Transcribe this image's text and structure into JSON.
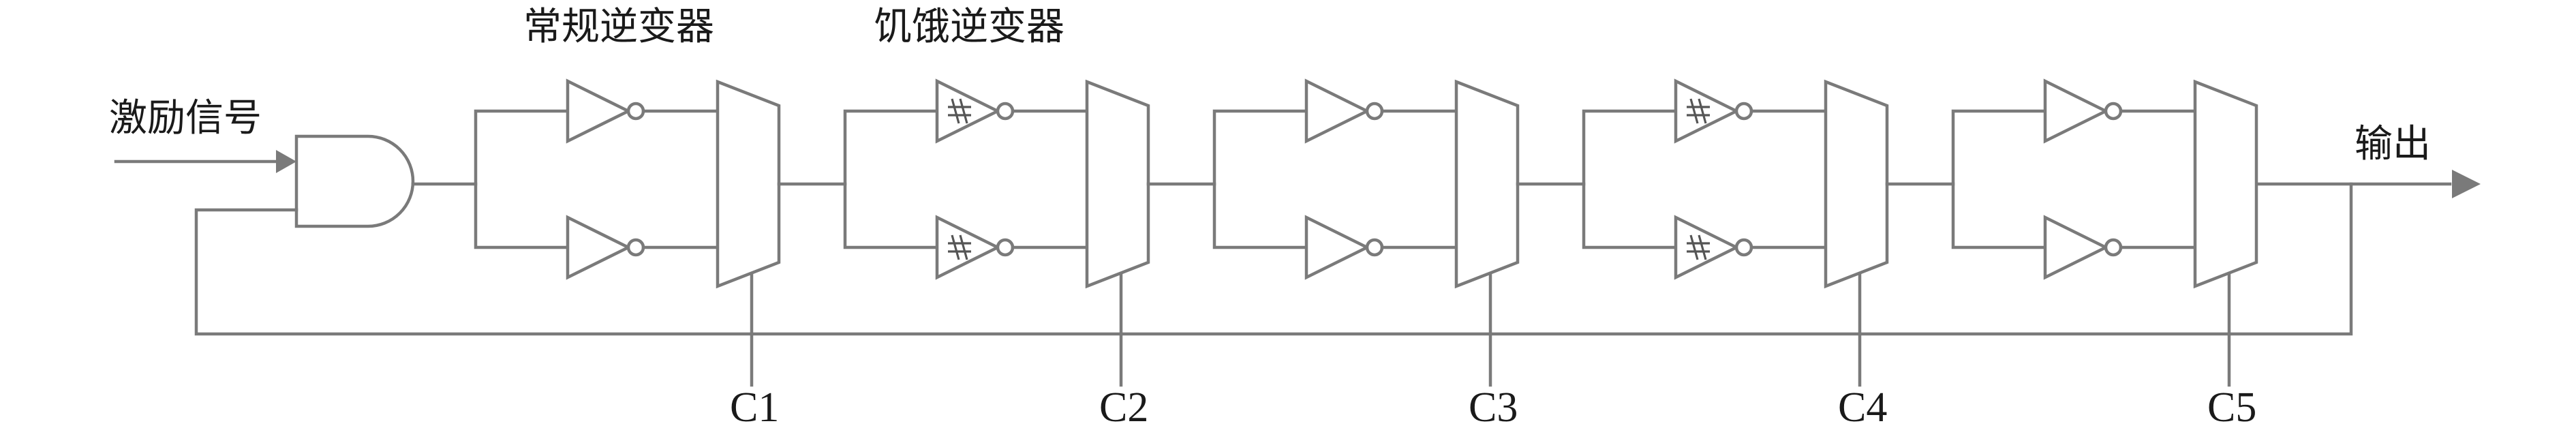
{
  "labels": {
    "excitation": "激励信号",
    "output": "输出",
    "normal_inverter": "常规逆变器",
    "starved_inverter": "饥饿逆变器"
  },
  "stages": [
    {
      "control": "C1",
      "top_starved": false,
      "bottom_starved": false
    },
    {
      "control": "C2",
      "top_starved": true,
      "bottom_starved": true
    },
    {
      "control": "C3",
      "top_starved": false,
      "bottom_starved": false
    },
    {
      "control": "C4",
      "top_starved": true,
      "bottom_starved": true
    },
    {
      "control": "C5",
      "top_starved": false,
      "bottom_starved": false
    }
  ],
  "colors": {
    "line": "#7a7a7a",
    "text": "#1a1a1a"
  }
}
